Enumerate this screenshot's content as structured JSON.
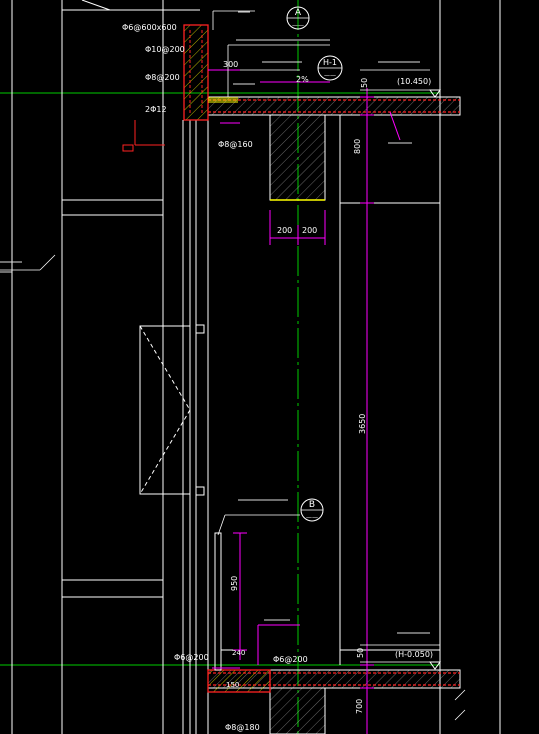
{
  "drawing": {
    "dims": {
      "d_300": "300",
      "d_50_top": "50",
      "d_800": "800",
      "d_200_a": "200",
      "d_200_b": "200",
      "d_3650": "3650",
      "d_950": "950",
      "d_50_bottom": "50",
      "d_700": "700",
      "d_150": "150",
      "d_240": "240"
    },
    "rebar": {
      "top_size": "Φ6@600x600",
      "top_bar1": "Φ10@200",
      "top_bar2": "Φ8@200",
      "top_bar3": "2Φ12",
      "top_bar4": "Φ8@160",
      "bot_bar1": "Φ6@200",
      "bot_bar2": "Φ6@200",
      "bot_bar3": "Φ8@180"
    },
    "callouts": {
      "A": {
        "letter": "A",
        "sub": "——"
      },
      "H1": {
        "letter": "H-1",
        "sub": "——"
      },
      "B": {
        "letter": "B",
        "sub": "——"
      }
    },
    "elevations": {
      "top": "(10.450)",
      "bottom": "(H-0.050)"
    },
    "slope": "2%"
  },
  "colors": {
    "background": "#000000",
    "structure": "#ffffff",
    "dimension": "#ff00ff",
    "concrete": "#ffff00",
    "rebar": "#ff2222",
    "axis": "#00cc00",
    "cyan": "#00ffff"
  }
}
